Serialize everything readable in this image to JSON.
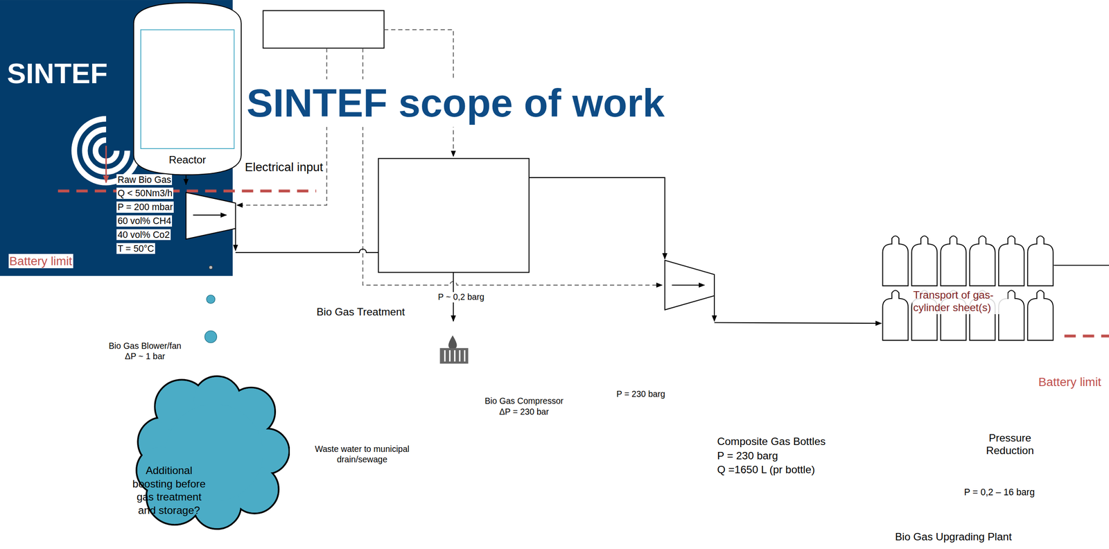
{
  "diagram": {
    "title": "SINTEF scope of work",
    "nodes": [
      {
        "text": [
          "Reactor"
        ]
      },
      {
        "text": [
          "Additional boosting before gas treatment and storage?"
        ]
      }
    ],
    "labels": [
      "SINTEF",
      "Electrical input",
      "Raw Bio Gas",
      "Q < 50Nm3/h",
      "P = 200 mbar",
      "60 vol% CH4",
      "40 vol% Co2",
      "T = 50°C",
      "Battery limit",
      "P ~ 0,2 barg",
      "Bio Gas Treatment",
      "Bio Gas Blower/fan",
      "ΔP ~ 1 bar",
      "Transport of gas-cylinder sheet(s)",
      "Battery limit",
      "Bio Gas Compressor",
      "ΔP = 230 bar",
      "P = 230 barg",
      "Waste water to municipal drain/sewage",
      "Composite Gas Bottles",
      "P = 230 barg",
      "Q =1650 L (pr bottle)",
      "Pressure Reduction",
      "P = 0,2 – 16 barg",
      "Bio Gas Upgrading Plant"
    ]
  }
}
